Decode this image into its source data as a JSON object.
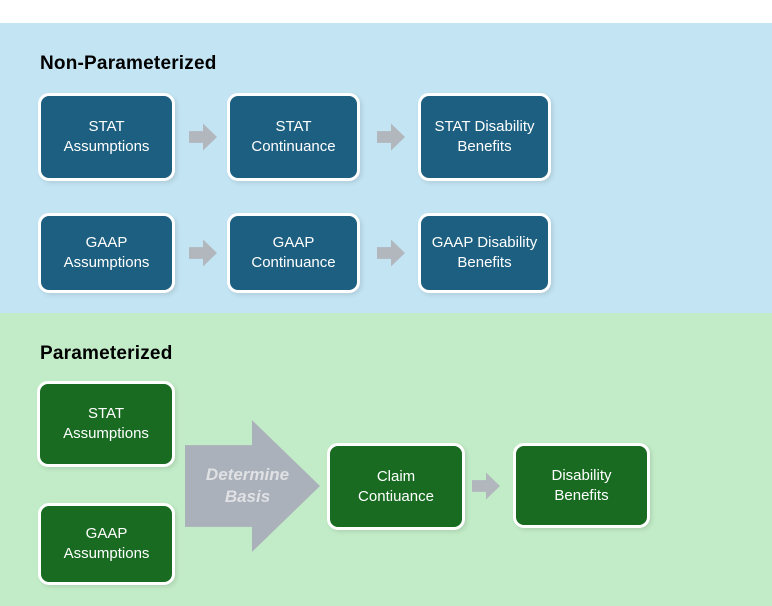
{
  "colors": {
    "blue_bg": "#c3e4f3",
    "green_bg": "#c2ecc7",
    "teal_box": "#1d5f80",
    "green_box": "#186b21",
    "arrow_gray": "#b1b7bd",
    "big_arrow_gray": "#abb1ba",
    "box_text": "#ffffff",
    "heading_text": "#000000",
    "determine_text": "#dfe1e4"
  },
  "non_parameterized": {
    "heading": "Non-Parameterized",
    "stat_assumptions": {
      "line1": "STAT",
      "line2": "Assumptions"
    },
    "stat_continuance": {
      "line1": "STAT",
      "line2": "Continuance"
    },
    "stat_disability": {
      "line1": "STAT Disability",
      "line2": "Benefits"
    },
    "gaap_assumptions": {
      "line1": "GAAP",
      "line2": "Assumptions"
    },
    "gaap_continuance": {
      "line1": "GAAP",
      "line2": "Continuance"
    },
    "gaap_disability": {
      "line1": "GAAP Disability",
      "line2": "Benefits"
    }
  },
  "parameterized": {
    "heading": "Parameterized",
    "stat_assumptions": {
      "line1": "STAT",
      "line2": "Assumptions"
    },
    "gaap_assumptions": {
      "line1": "GAAP",
      "line2": "Assumptions"
    },
    "determine_basis": {
      "line1": "Determine",
      "line2": "Basis"
    },
    "claim_continuance": {
      "line1": "Claim",
      "line2": "Contiuance"
    },
    "disability_benefits": {
      "line1": "Disability",
      "line2": "Benefits"
    }
  }
}
